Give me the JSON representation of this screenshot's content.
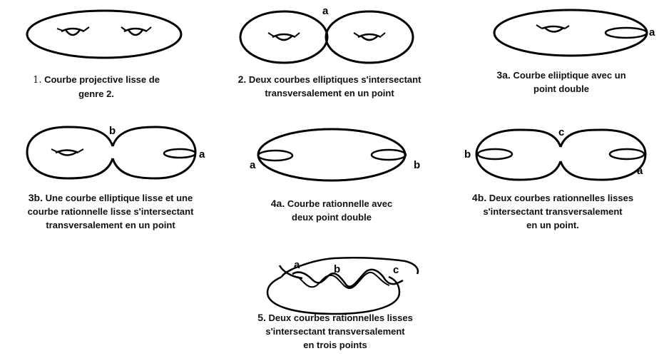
{
  "figures": [
    {
      "id": "1",
      "caption_num": "1.",
      "caption": [
        "Courbe projective lisse de",
        "genre 2."
      ]
    },
    {
      "id": "2",
      "caption_num": "2.",
      "caption": [
        "Deux courbes elliptiques s'intersectant",
        "transversalement en  un point"
      ],
      "points": [
        "a"
      ]
    },
    {
      "id": "3a",
      "caption_num": "3a.",
      "caption": [
        "Courbe eliiptique avec un",
        "point double"
      ],
      "points": [
        "a"
      ]
    },
    {
      "id": "3b",
      "caption_num": "3b.",
      "caption": [
        "Une courbe elliptique lisse et une",
        "courbe rationnelle lisse  s'intersectant",
        "transversalement en  un point"
      ],
      "points": [
        "b",
        "a"
      ]
    },
    {
      "id": "4a",
      "caption_num": "4a.",
      "caption": [
        "Courbe rationnelle avec",
        "deux point double"
      ],
      "points": [
        "a",
        "b"
      ]
    },
    {
      "id": "4b",
      "caption_num": "4b.",
      "caption": [
        "Deux  courbes rationnelles  lisses",
        "s'intersectant    transversalement",
        "en un point."
      ],
      "points": [
        "b",
        "c",
        "a"
      ]
    },
    {
      "id": "5",
      "caption_num": "5.",
      "caption": [
        "Deux courbes rationnelles lisses",
        "s'intersectant transversalement",
        "en trois points"
      ],
      "points": [
        "a",
        "b",
        "c"
      ]
    }
  ]
}
